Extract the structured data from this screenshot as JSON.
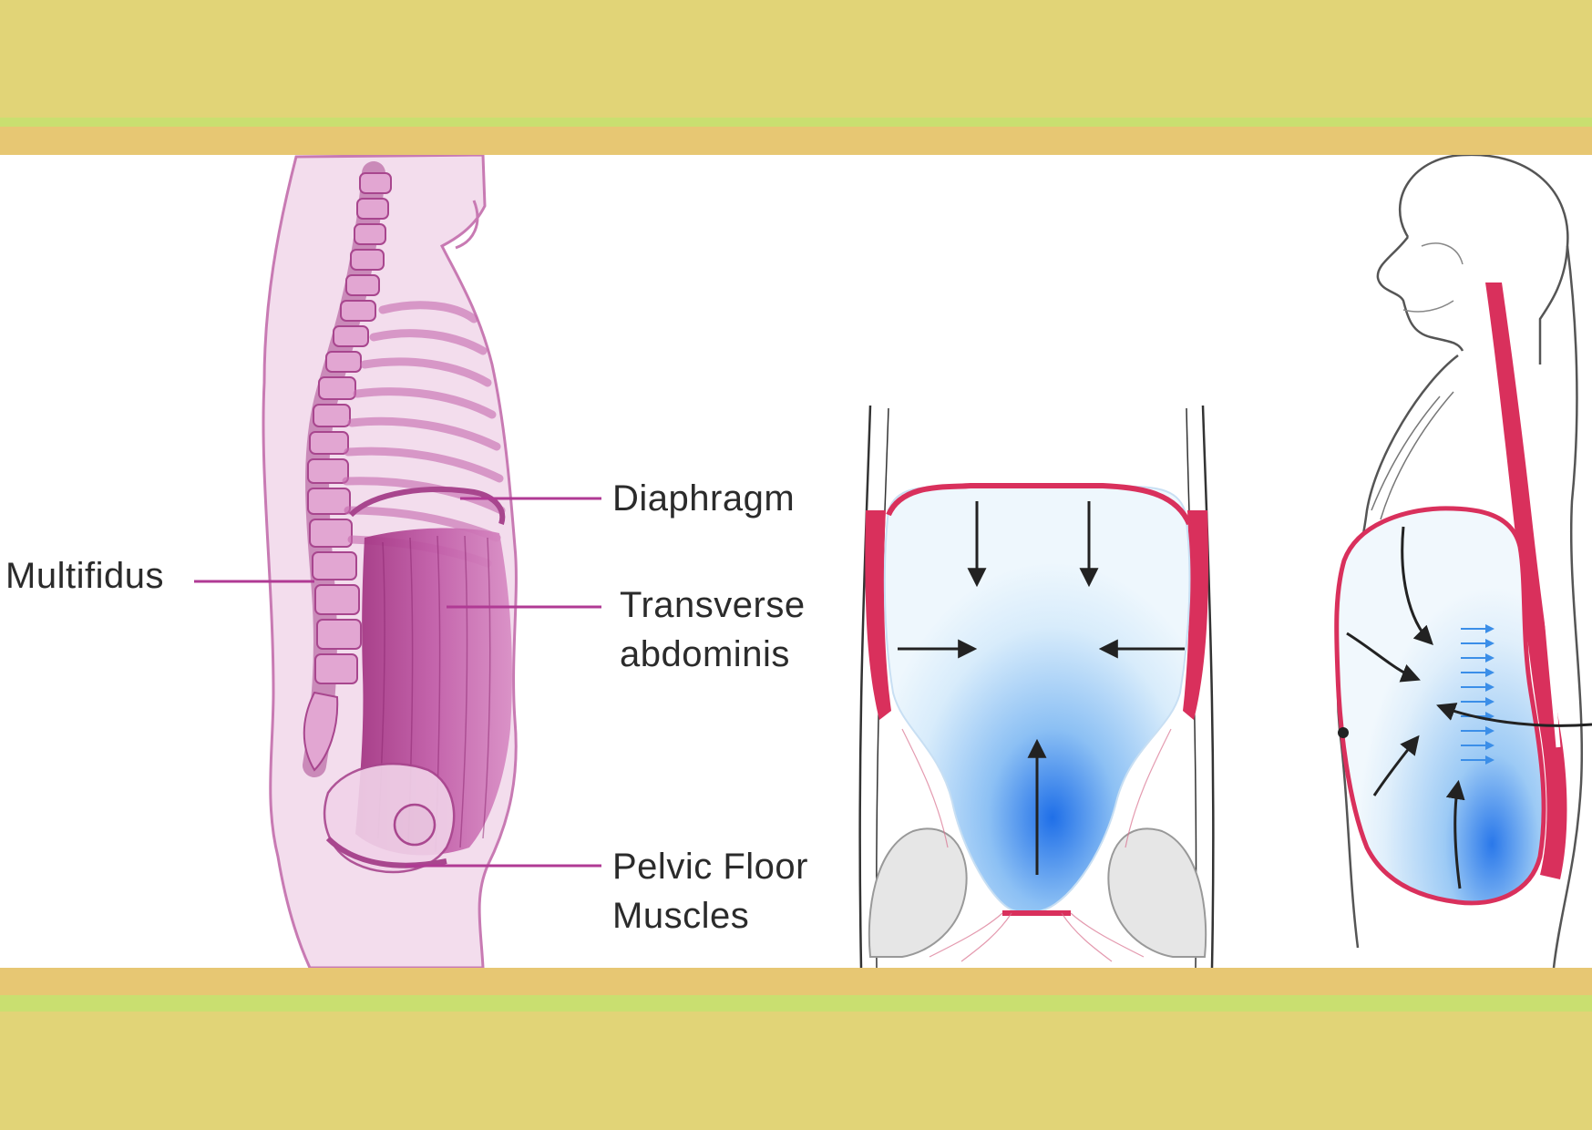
{
  "palette": {
    "background": "#e1d477",
    "stripe_light": "#c9df70",
    "stripe_tan": "#e7c773",
    "panel": "#ffffff",
    "muscle_magenta": "#b03a94",
    "muscle_light": "#e8b4d8",
    "pressure_blue": "#1f6fe8",
    "pressure_light": "#e3f1fb",
    "muscle_red": "#d9305c",
    "arrow": "#222222",
    "leader_line": "#b03a94"
  },
  "labels": {
    "multifidus": "Multifidus",
    "diaphragm": "Diaphragm",
    "transverse_line1": "Transverse",
    "transverse_line2": "abdominis",
    "pelvic_line1": "Pelvic Floor",
    "pelvic_line2": "Muscles"
  },
  "icons": {
    "arrow": "arrow-icon",
    "small_arrow": "small-blue-arrow-icon"
  }
}
